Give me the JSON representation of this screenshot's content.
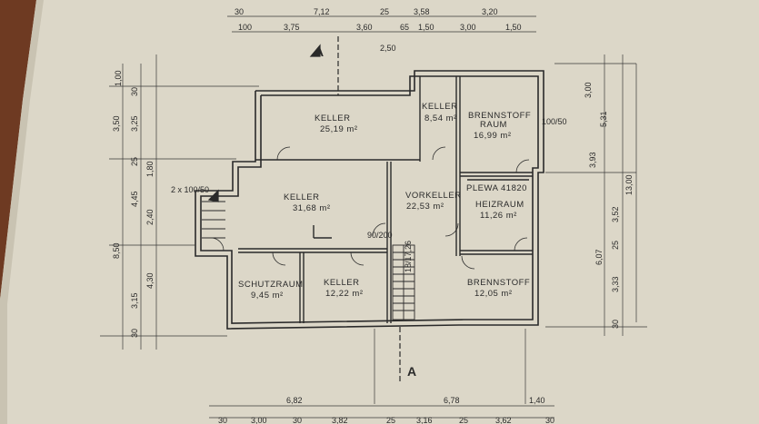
{
  "colors": {
    "paper": "#dcd7c8",
    "ink": "#2a2a2a",
    "table": "#6e3a22"
  },
  "section_marks": {
    "top": "A",
    "bottom": "A"
  },
  "rooms": [
    {
      "name": "KELLER",
      "area": "25,19 m²"
    },
    {
      "name": "KELLER",
      "area": "8,54 m²"
    },
    {
      "name": "BRENNSTOFF",
      "name2": "RAUM",
      "area": "16,99 m²"
    },
    {
      "name": "KELLER",
      "area": "31,68 m²"
    },
    {
      "name": "VORKELLER",
      "area": "22,53 m²"
    },
    {
      "name": "PLEWA 41820"
    },
    {
      "name": "HEIZRAUM",
      "area": "11,26 m²"
    },
    {
      "name": "SCHUTZRAUM",
      "area": "9,45 m²"
    },
    {
      "name": "KELLER",
      "area": "12,22 m²"
    },
    {
      "name": "BRENNSTOFF",
      "area": "12,05 m²"
    }
  ],
  "top_dims": {
    "row1": [
      "7,12",
      "3,58",
      "3,20",
      "25",
      "30"
    ],
    "row2": [
      "3,75",
      "3,60",
      "65",
      "1,50",
      "3,00",
      "1,50",
      "100"
    ],
    "row3": [
      "2,50"
    ]
  },
  "bottom_dims": {
    "row1": [
      "6,82",
      "6,78",
      "1,40"
    ],
    "row2": [
      "3,00",
      "3,82",
      "3,16",
      "3,62",
      "30",
      "30",
      "25",
      "25",
      "30"
    ]
  },
  "left_dims": [
    "1,00",
    "3,50",
    "3,25",
    "1,80",
    "4,45",
    "2,40",
    "8,50",
    "4,30",
    "3,15",
    "30",
    "30",
    "25"
  ],
  "right_dims": [
    "3,00",
    "5,31",
    "3,93",
    "13,00",
    "3,52",
    "6,07",
    "3,33",
    "30",
    "25"
  ],
  "openings": [
    "100/50",
    "90/200",
    "2 x 100/50",
    "18/17,26"
  ]
}
